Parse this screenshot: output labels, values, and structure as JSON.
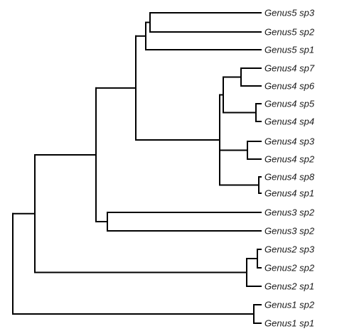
{
  "tree": {
    "type": "phylogenetic-tree",
    "tips": [
      "Genus5 sp3",
      "Genus5 sp2",
      "Genus5 sp1",
      "Genus4 sp7",
      "Genus4 sp6",
      "Genus4 sp5",
      "Genus4 sp4",
      "Genus4 sp3",
      "Genus4 sp2",
      "Genus4 sp8",
      "Genus4 sp1",
      "Genus3 sp2",
      "Genus3 sp2",
      "Genus2 sp3",
      "Genus2 sp2",
      "Genus2 sp1",
      "Genus1 sp2",
      "Genus1 sp1"
    ],
    "line_color": "#000000"
  }
}
